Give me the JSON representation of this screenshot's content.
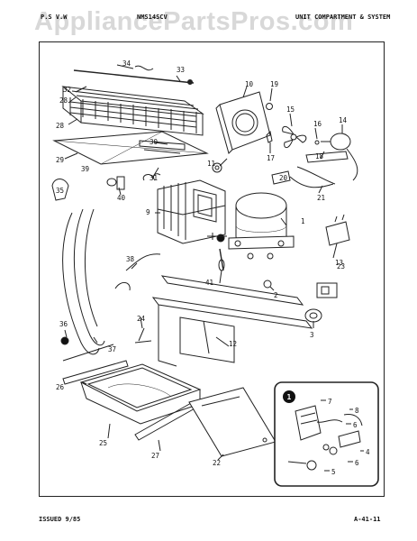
{
  "watermark": "AppliancePartsPros.com",
  "header": {
    "left": "P.S  V.W",
    "model": "NMS14SCV",
    "right": "UNIT COMPARTMENT & SYSTEM"
  },
  "footer": {
    "issued": "ISSUED 9/85",
    "page_code": "A-41-11"
  },
  "parts": [
    "1",
    "2",
    "3",
    "4",
    "5",
    "6",
    "7",
    "8",
    "9",
    "10",
    "11",
    "12",
    "13",
    "14",
    "15",
    "16",
    "17",
    "18",
    "19",
    "20",
    "21",
    "22",
    "23",
    "24",
    "25",
    "26",
    "27",
    "28",
    "29",
    "30",
    "31",
    "32",
    "33",
    "34",
    "35",
    "36",
    "37",
    "38",
    "39",
    "40",
    "41"
  ],
  "inset_label": "1"
}
